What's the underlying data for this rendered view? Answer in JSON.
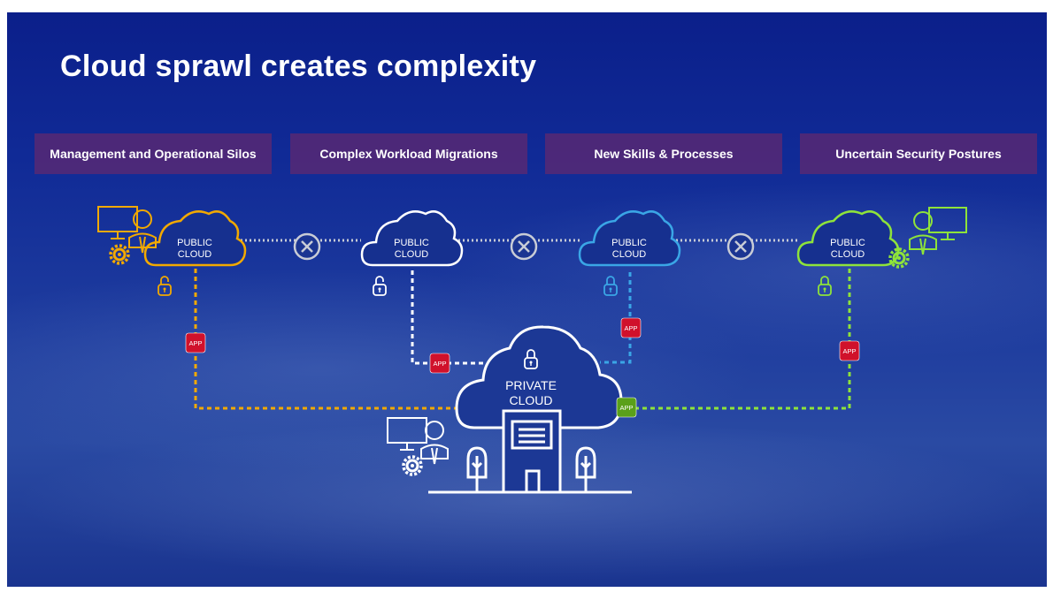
{
  "title": "Cloud sprawl creates complexity",
  "challenges": [
    "Management and Operational Silos",
    "Complex Workload Migrations",
    "New Skills & Processes",
    "Uncertain Security Postures"
  ],
  "public_clouds": [
    {
      "line1": "PUBLIC",
      "line2": "CLOUD",
      "color": "#f2a900"
    },
    {
      "line1": "PUBLIC",
      "line2": "CLOUD",
      "color": "#ffffff"
    },
    {
      "line1": "PUBLIC",
      "line2": "CLOUD",
      "color": "#3aa6e6"
    },
    {
      "line1": "PUBLIC",
      "line2": "CLOUD",
      "color": "#8ee33a"
    }
  ],
  "private_cloud": {
    "line1": "PRIVATE",
    "line2": "CLOUD",
    "color": "#ffffff"
  },
  "app_badges": [
    {
      "label": "APP",
      "color": "#d0112b"
    },
    {
      "label": "APP",
      "color": "#d0112b"
    },
    {
      "label": "APP",
      "color": "#d0112b"
    },
    {
      "label": "APP",
      "color": "#d0112b"
    },
    {
      "label": "APP",
      "color": "#5aa01a"
    }
  ],
  "colors": {
    "challenge_bg": "#5a2a6e",
    "connector_gray": "#c8ccd6",
    "app_red": "#d0112b",
    "app_green": "#5aa01a"
  },
  "icons": [
    "x-circle-icon",
    "padlock-icon",
    "user-at-screen-icon",
    "gear-icon",
    "building-icon",
    "tree-icon"
  ]
}
